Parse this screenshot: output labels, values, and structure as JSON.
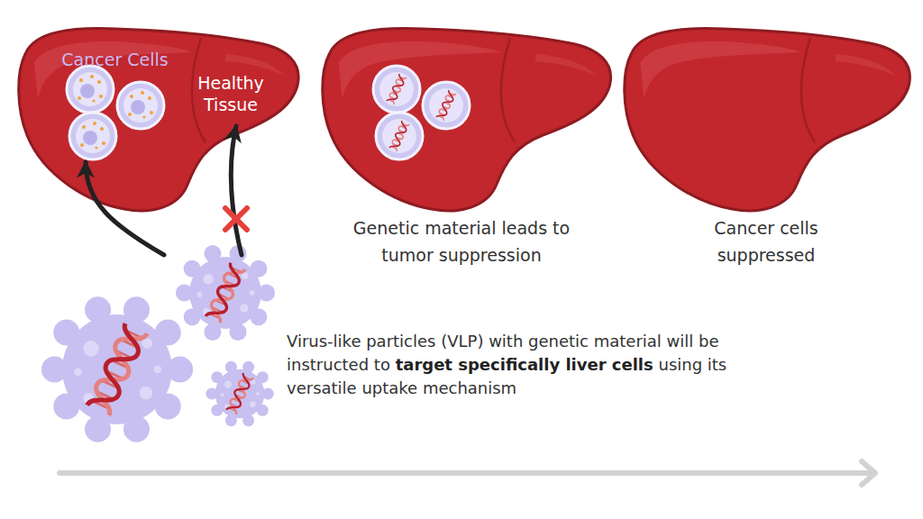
{
  "diagram": {
    "nodes": [
      {
        "text": [
          "Cancer Cells"
        ]
      },
      {
        "text": [
          "Healthy Tissue"
        ]
      },
      {
        "text": [
          "Virus-like particles (VLP) with genetic material will be instructed to",
          "target specifically liver cells",
          "using its versatile uptake mechanism"
        ]
      }
    ],
    "edges": [
      {
        "from": 2,
        "to": 0,
        "arrow": "to"
      },
      {
        "from": 2,
        "to": 1,
        "arrow": "to"
      }
    ],
    "labels": [
      "Genetic material leads to tumor suppression",
      "Cancer cells suppressed"
    ]
  }
}
